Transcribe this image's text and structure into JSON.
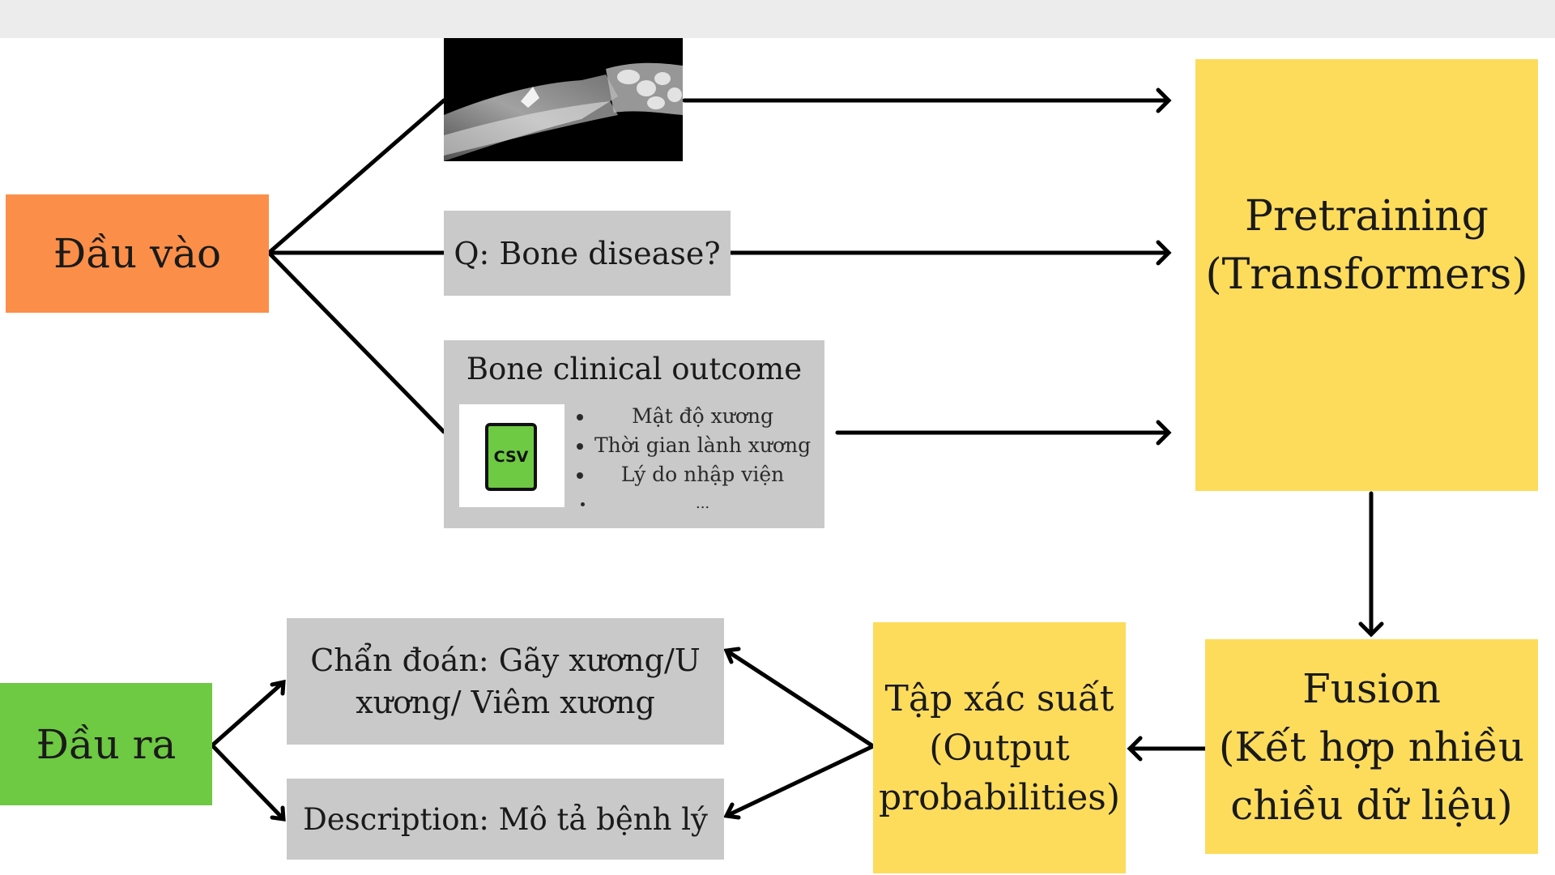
{
  "inputs": {
    "title": "Đầu vào",
    "question": "Q:  Bone disease?",
    "clinical": {
      "title": "Bone clinical outcome",
      "file_badge": "CSV",
      "metrics": [
        "Mật độ xương",
        "Thời gian lành xương",
        "Lý do nhập viện",
        "..."
      ]
    }
  },
  "model": {
    "pretraining": [
      "Pretraining",
      "(Transformers)"
    ],
    "fusion": [
      "Fusion",
      "(Kết hợp nhiều",
      "chiều dữ liệu)"
    ],
    "probabilities": [
      "Tập xác suất",
      "(Output",
      "probabilities)"
    ]
  },
  "outputs": {
    "title": "Đầu ra",
    "diagnosis": [
      "Chẩn đoán: Gãy xương/U",
      "xương/ Viêm xương"
    ],
    "description": "Description: Mô tả bệnh lý"
  },
  "colors": {
    "input_box": "#fb8f49",
    "output_box": "#6ec943",
    "model_box": "#fddc5c",
    "content_box": "#c9c9c9",
    "arrows": "#000000"
  }
}
